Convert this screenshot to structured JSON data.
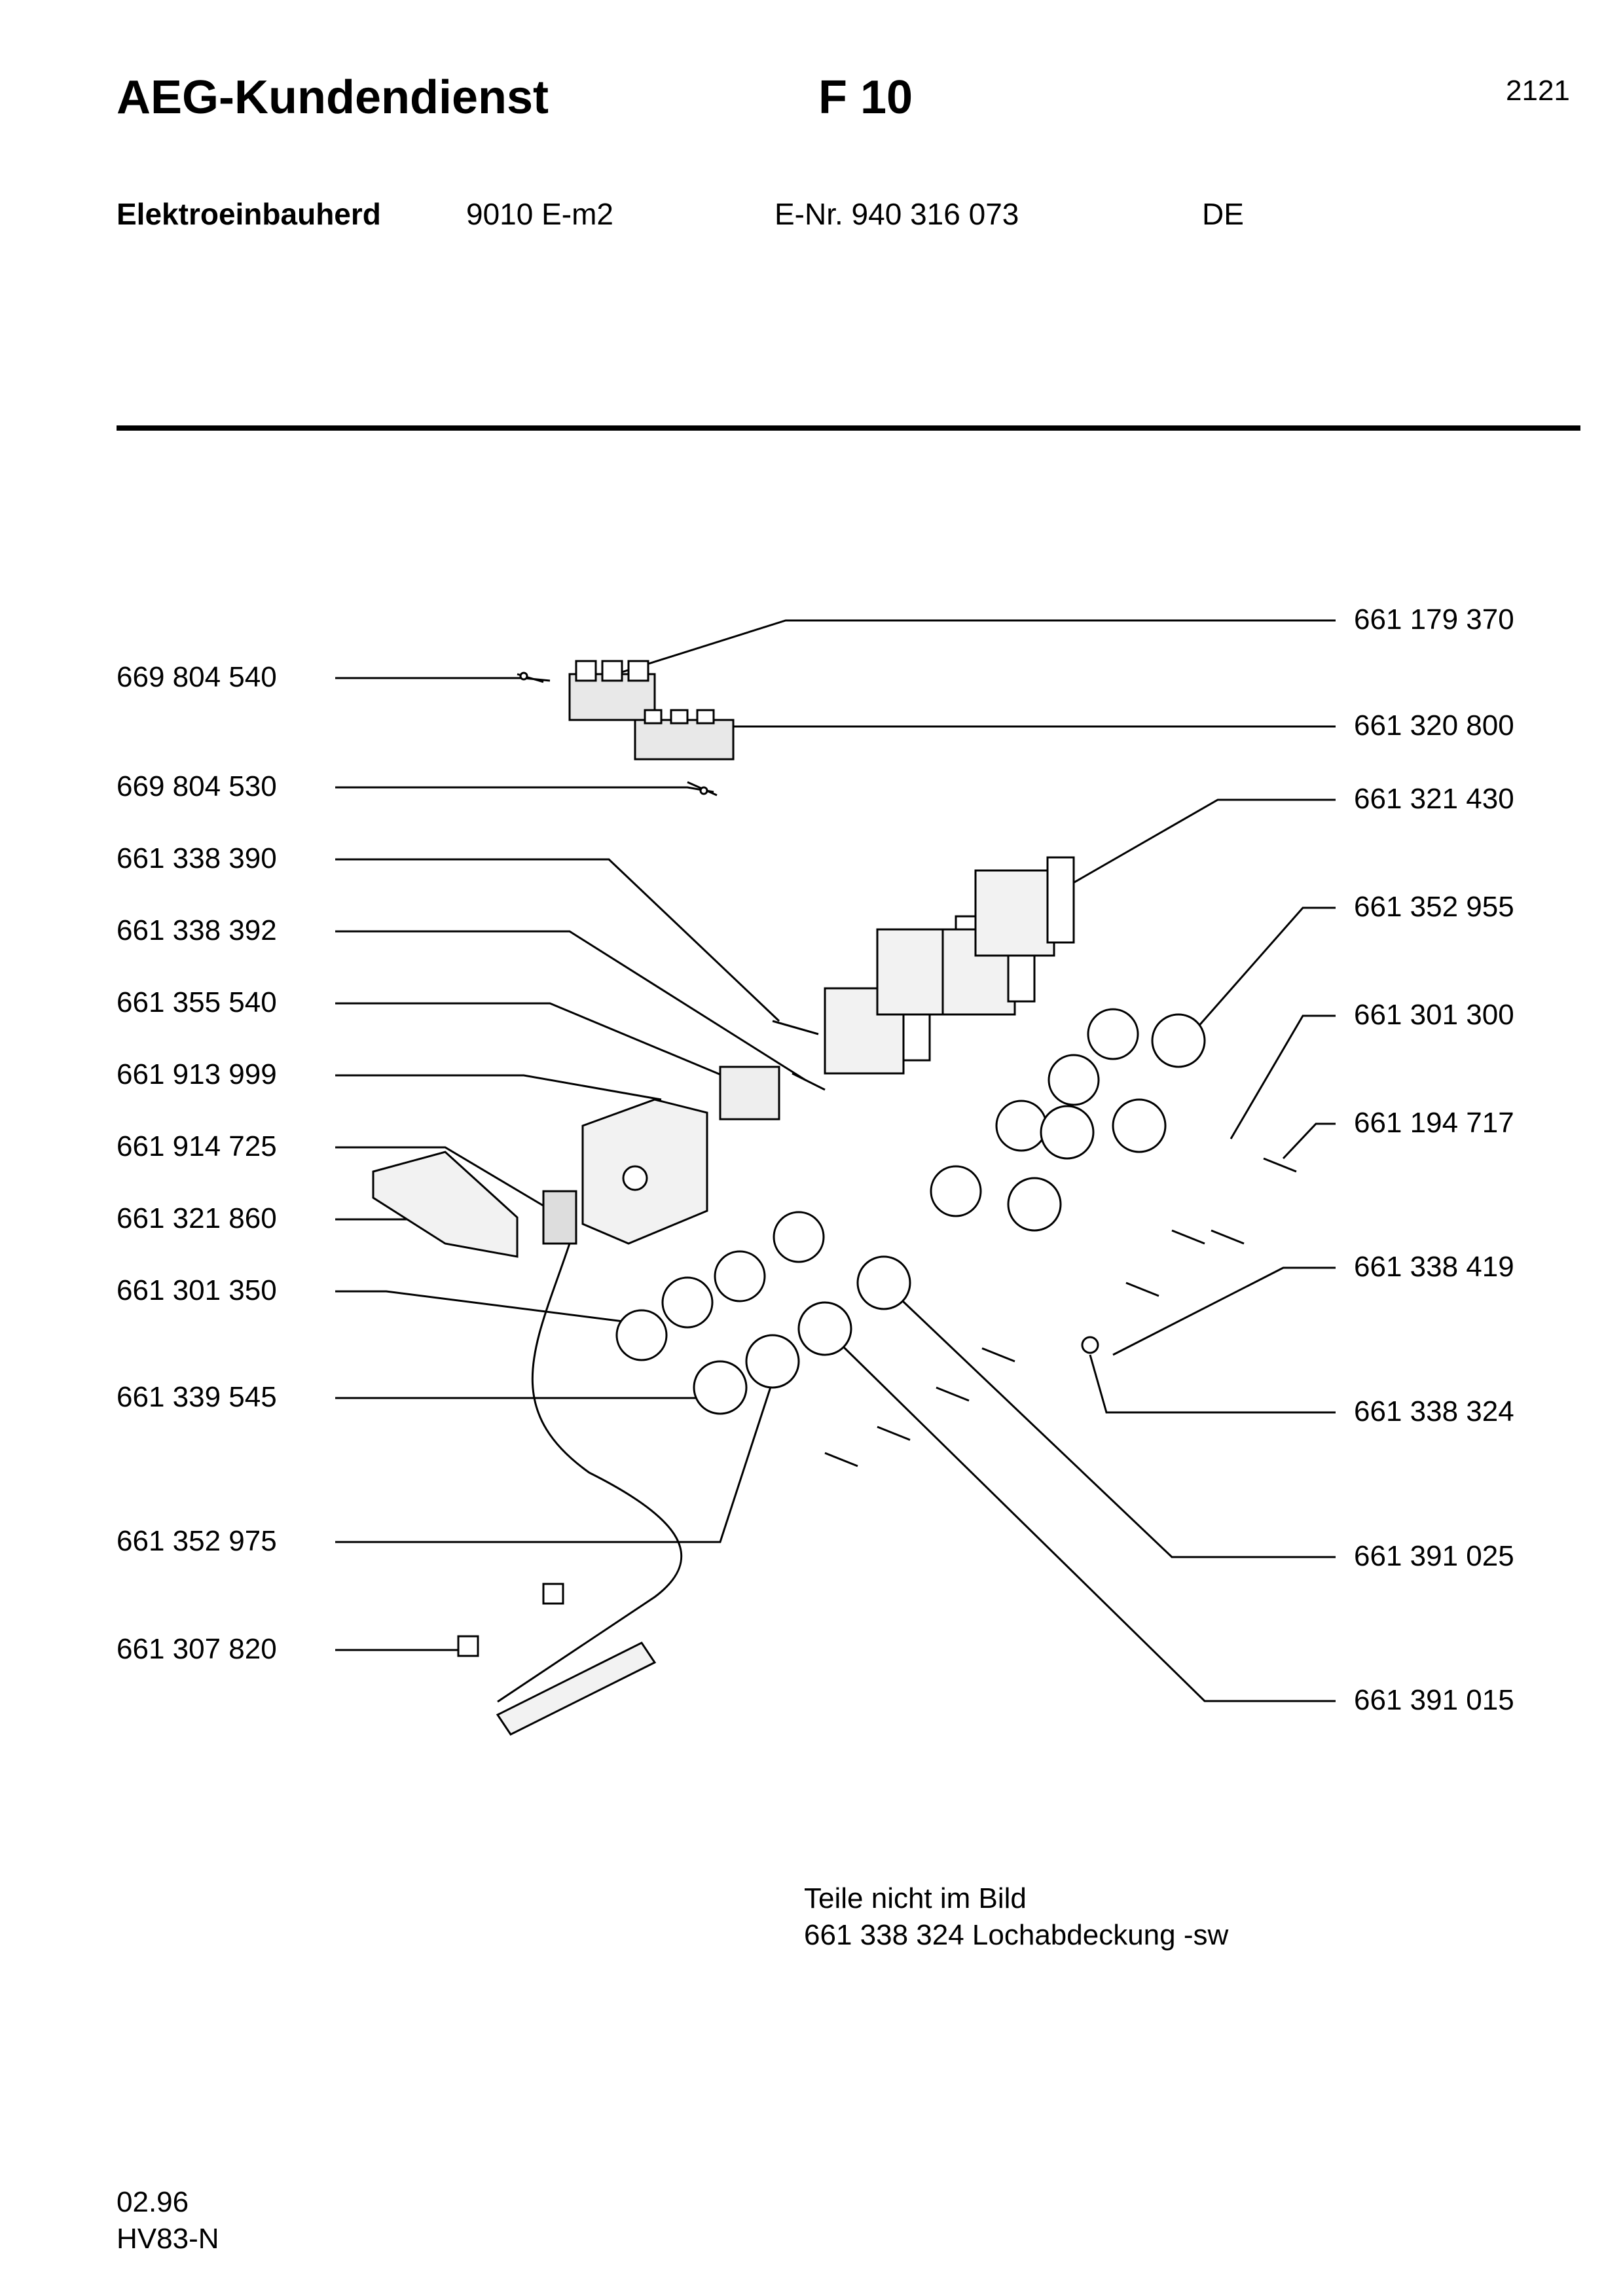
{
  "header": {
    "brand": "AEG-Kundendienst",
    "model": "F 10",
    "page_number": "2121"
  },
  "product": {
    "type": "Elektroeinbauherd",
    "variant": "9010 E-m2",
    "enr": "E-Nr. 940 316 073",
    "country": "DE"
  },
  "parts_left": [
    "669 804 540",
    "669 804 530",
    "661 338 390",
    "661 338 392",
    "661 355 540",
    "661 913 999",
    "661 914 725",
    "661 321 860",
    "661 301 350",
    "661 339 545",
    "661 352 975",
    "661 307 820"
  ],
  "parts_right": [
    "661 179 370",
    "661 320 800",
    "661 321 430",
    "661 352 955",
    "661 301 300",
    "661 194 717",
    "661 338 419",
    "661 338 324",
    "661 391 025",
    "661 391 015"
  ],
  "notes": {
    "heading": "Teile nicht im Bild",
    "item": "661 338 324  Lochabdeckung  -sw"
  },
  "footer": {
    "date": "02.96",
    "code": "HV83-N"
  }
}
